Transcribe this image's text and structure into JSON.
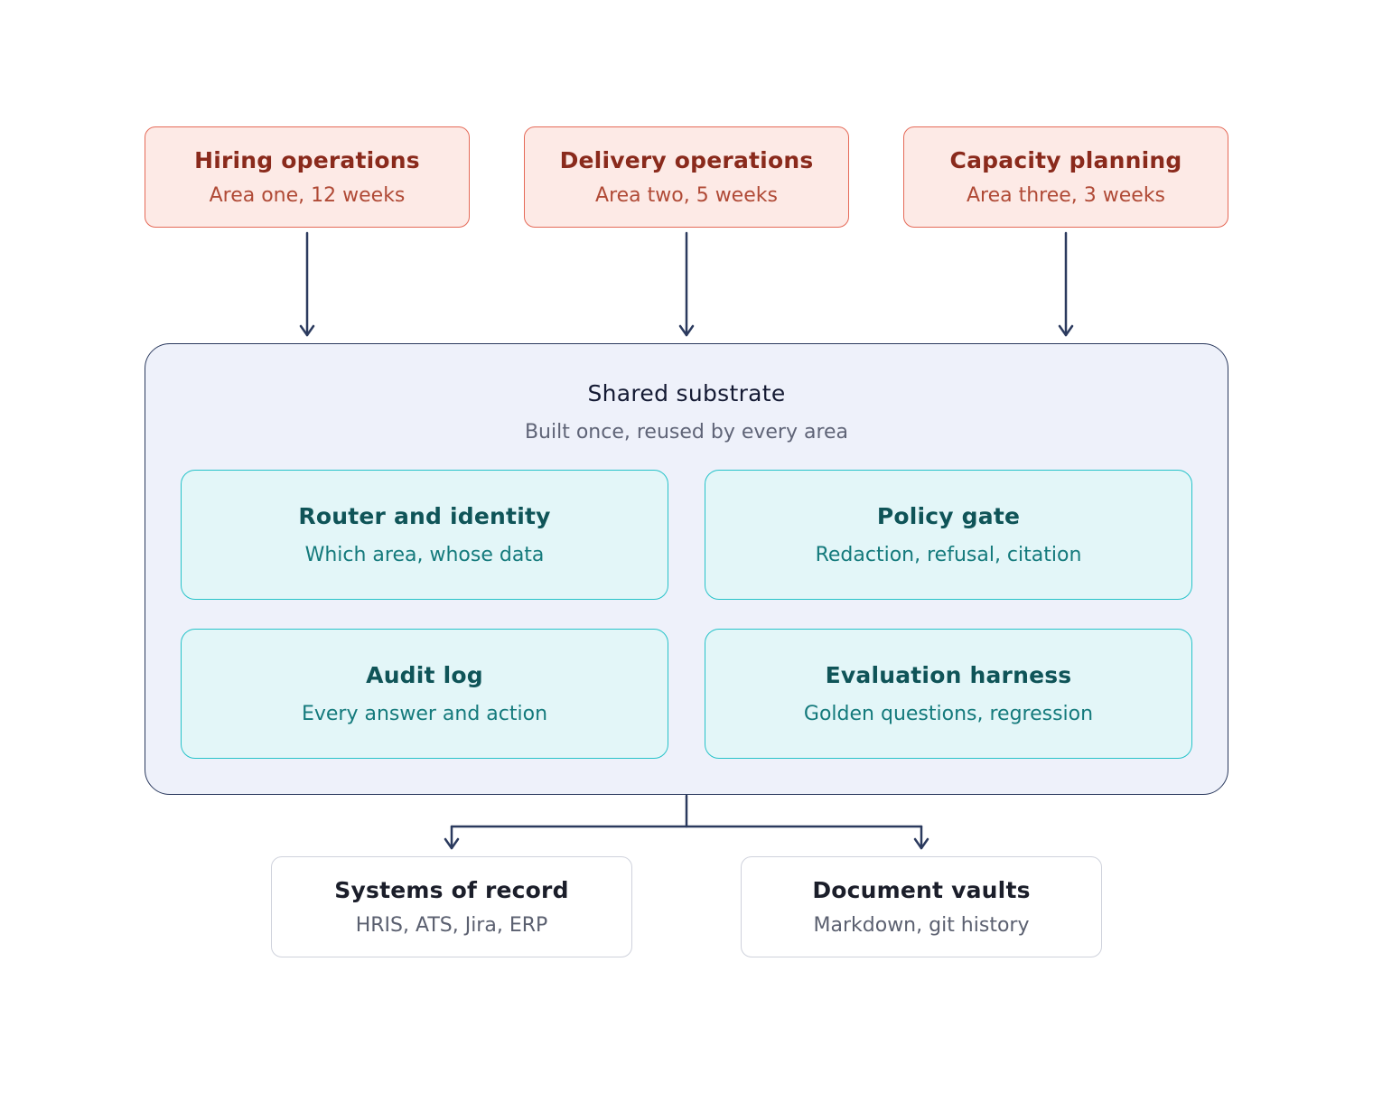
{
  "areas": [
    {
      "title": "Hiring operations",
      "subtitle": "Area one, 12 weeks"
    },
    {
      "title": "Delivery operations",
      "subtitle": "Area two, 5 weeks"
    },
    {
      "title": "Capacity planning",
      "subtitle": "Area three, 3 weeks"
    }
  ],
  "substrate": {
    "title": "Shared substrate",
    "subtitle": "Built once, reused by every area",
    "components": [
      {
        "title": "Router and identity",
        "subtitle": "Which area, whose data"
      },
      {
        "title": "Policy gate",
        "subtitle": "Redaction, refusal, citation"
      },
      {
        "title": "Audit log",
        "subtitle": "Every answer and action"
      },
      {
        "title": "Evaluation harness",
        "subtitle": "Golden questions, regression"
      }
    ]
  },
  "stores": [
    {
      "title": "Systems of record",
      "subtitle": "HRIS, ATS, Jira, ERP"
    },
    {
      "title": "Document vaults",
      "subtitle": "Markdown, git history"
    }
  ],
  "colors": {
    "connector": "#2b3a5e",
    "area_fill": "#fdeae6",
    "area_border": "#e56a58",
    "component_fill": "#e3f6f8",
    "component_border": "#27c3c9",
    "substrate_fill": "#eef1fa"
  }
}
